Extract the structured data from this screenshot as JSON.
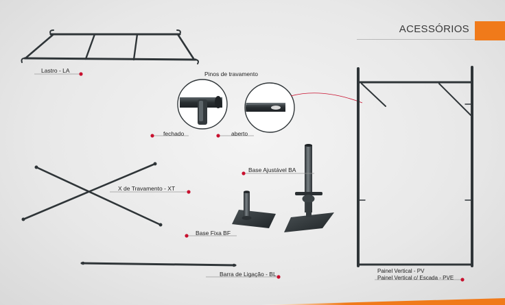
{
  "header": {
    "title": "ACESSÓRIOS",
    "accent_color": "#f07a1a"
  },
  "items": {
    "lastro": "Lastro - LA",
    "pinos_title": "Pinos de travamento",
    "pino_fechado": "fechado",
    "pino_aberto": "aberto",
    "x_travamento": "X de Travamento - XT",
    "base_ajustavel": "Base Ajustável BA",
    "base_fixa": "Base Fixa BF",
    "barra_ligacao": "Barra de Ligação - BL",
    "painel_vertical": "Painel Vertical - PV",
    "painel_escada": "Painel Vertical c/ Escada - PVE"
  },
  "colors": {
    "marker": "#c8102e",
    "steel": "#2f3538",
    "orange": "#f07a1a"
  }
}
